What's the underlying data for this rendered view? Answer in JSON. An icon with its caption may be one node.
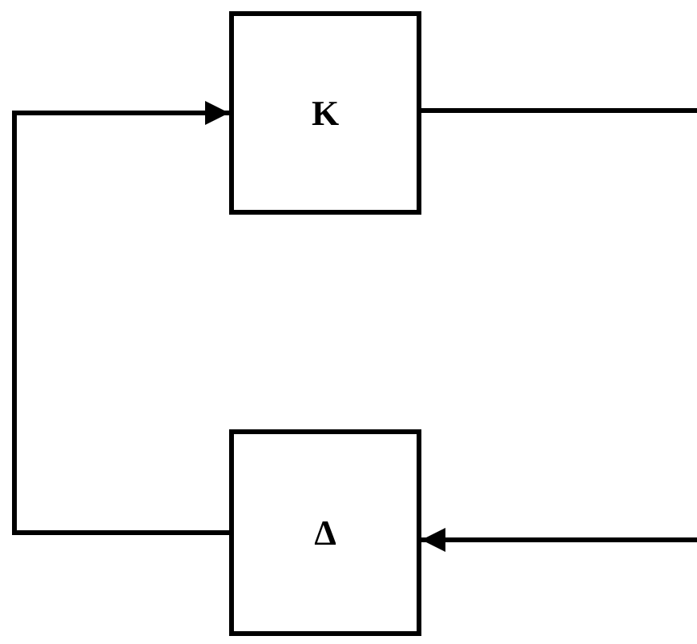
{
  "diagram": {
    "nodes": [
      {
        "text": [
          "K"
        ]
      },
      {
        "text": [
          "Δ"
        ]
      }
    ],
    "edges": [
      {
        "from": 1,
        "to": 0,
        "arrow": "to"
      },
      {
        "from": 0,
        "to": null,
        "arrow": "none"
      },
      {
        "from": null,
        "to": 1,
        "arrow": "to"
      }
    ]
  }
}
